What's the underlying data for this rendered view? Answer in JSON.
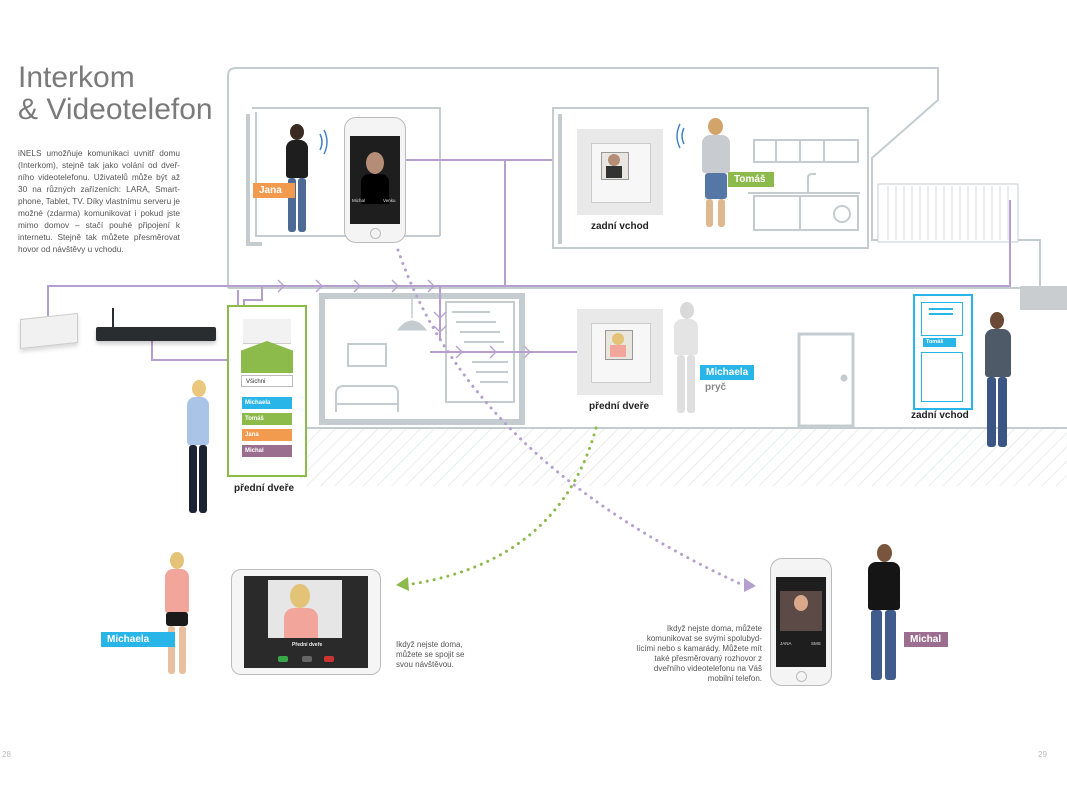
{
  "header": {
    "title": "Interkom\n& Videotelefon",
    "intro": "iNELS umožňuje komunikaci uvnitř domu (Interkom), stejně tak jako volání od dveř-ního videotelefonu. Uživatelů může být až 30 na různých zařízeních: LARA, Smart-phone, Tablet, TV. Díky vlastnímu serveru je možné (zdarma) komunikovat i pokud jste mimo domov – stačí pouhé připojení k internetu. Stejně tak můžete přesměrovat hovor od návštěvy u vchodu."
  },
  "people": {
    "jana": "Jana",
    "tomas": "Tomáš",
    "michaela": "Michaela",
    "michaela_status": "pryč",
    "michaela2": "Michaela",
    "michal": "Michal"
  },
  "labels": {
    "zadni_vchod_top": "zadní vchod",
    "predni_dvere_mid": "přední dveře",
    "zadni_vchod_right": "zadní vchod",
    "predni_dvere_left": "přední dveře"
  },
  "phone_top": {
    "caller_left": "Michal",
    "caller_right": "Venku"
  },
  "intercom_panel": {
    "filter": "Všichni",
    "contacts": [
      "Michaela",
      "Tomáš",
      "Jana",
      "Michal"
    ]
  },
  "door_station": {
    "button": "Tomáš"
  },
  "tablet": {
    "caption": "Přední dveře"
  },
  "phone_bottom": {
    "left": "JANA",
    "right": "SMS"
  },
  "notes": {
    "tablet_note": "Ikdyž nejste doma, můžete se spojit se svou návštěvou.",
    "phone_note": "Ikdyž nejste doma, můžete komunikovat se svými spolubyd-lícími nebo s kamarády. Můžete mít také přesměrovaný rozhovor z dveřního videotelefonu na Váš mobilní telefon."
  },
  "pages": {
    "left": "28",
    "right": "29"
  },
  "colors": {
    "purple": "#b59fcf",
    "green": "#8cba4b",
    "orange": "#f29a4e",
    "cyan": "#29b5e8",
    "mauve": "#9b6e8f",
    "house": "#c5ccd0"
  }
}
